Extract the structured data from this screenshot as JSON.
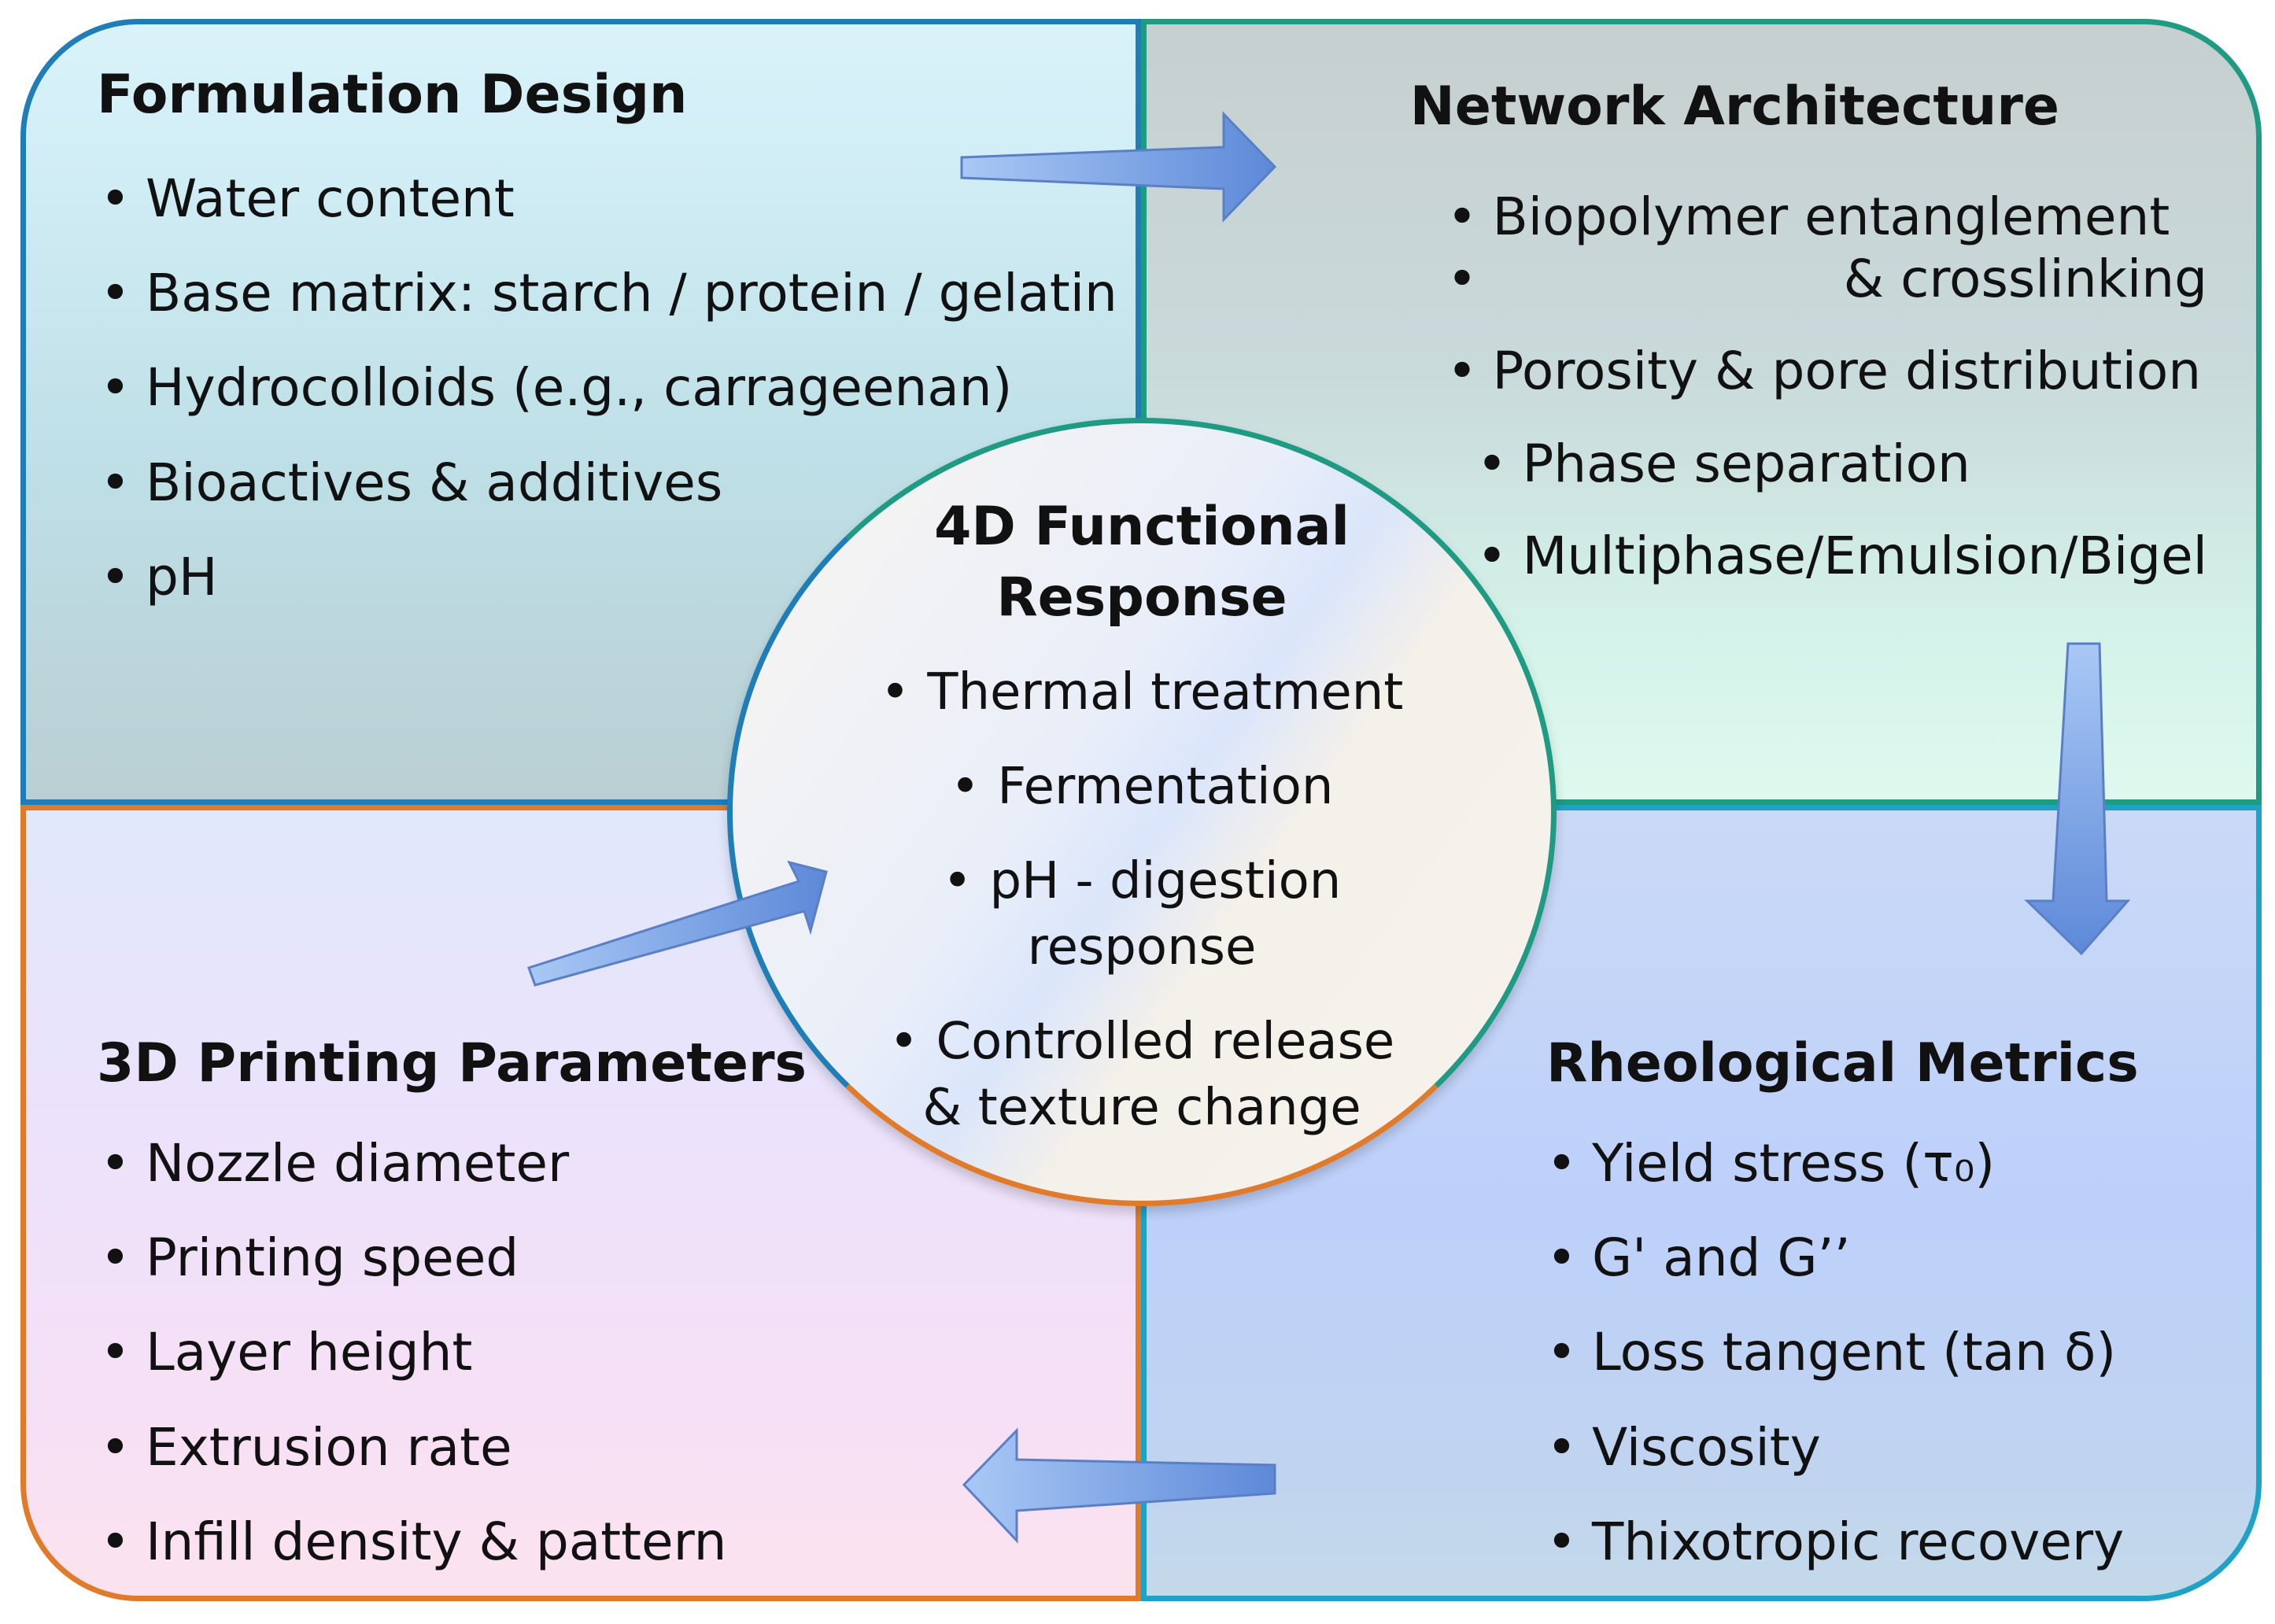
{
  "quadrants": {
    "formulation": {
      "title": "Formulation Design",
      "items": [
        "Water content",
        "Base matrix: starch / protein / gelatin",
        "Hydrocolloids (e.g., carrageenan)",
        "Bioactives & additives",
        "pH"
      ]
    },
    "network": {
      "title": "Network Architecture",
      "items": [
        "Biopolymer entanglement",
        "& crosslinking",
        "Porosity & pore distribution",
        "Phase separation",
        "Multiphase/Emulsion/Bigel"
      ]
    },
    "printing": {
      "title": "3D Printing Parameters",
      "items": [
        "Nozzle diameter",
        "Printing speed",
        "Layer height",
        "Extrusion rate",
        "Infill density & pattern"
      ]
    },
    "rheology": {
      "title": "Rheological Metrics",
      "items": [
        "Yield stress (τ₀)",
        "G' and G’’",
        "Loss tangent (tan δ)",
        "Viscosity",
        "Thixotropic recovery"
      ]
    }
  },
  "center": {
    "title_line1": "4D Functional",
    "title_line2": "Response",
    "items": [
      {
        "line1": "Thermal treatment",
        "line2": ""
      },
      {
        "line1": "Fermentation",
        "line2": ""
      },
      {
        "line1": "pH - digestion",
        "line2": "response"
      },
      {
        "line1": "Controlled release",
        "line2": "& texture change"
      }
    ]
  },
  "colors": {
    "formulation_border": "#1f7db8",
    "network_border": "#1f9a83",
    "printing_border": "#e07b2c",
    "rheology_border": "#1ea3c7",
    "arrow_fill": "#7ea8e6"
  }
}
